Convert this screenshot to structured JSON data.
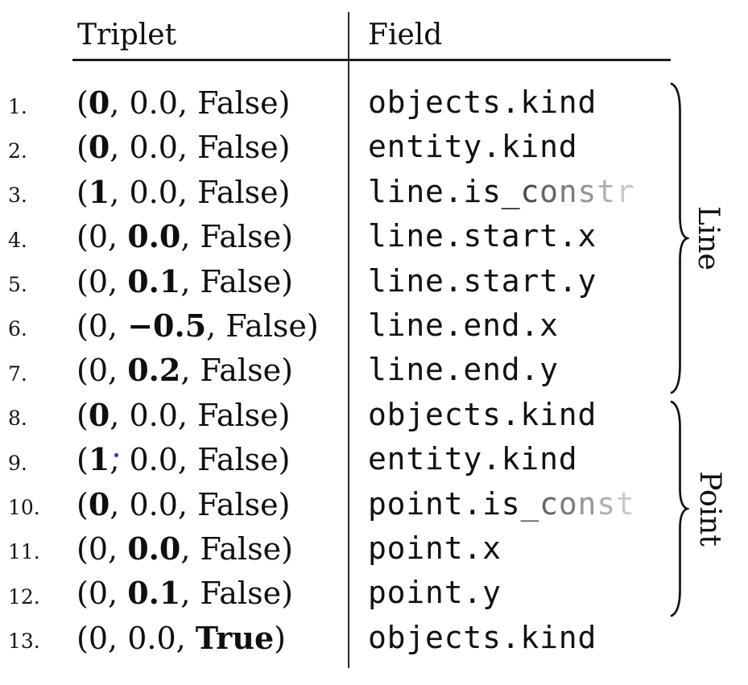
{
  "header": {
    "triplet": "Triplet",
    "field": "Field"
  },
  "punctuation": {
    "open": "(",
    "separator": ", ",
    "close": ")"
  },
  "groups": [
    {
      "label": "Line",
      "row_start": 1,
      "row_end": 7
    },
    {
      "label": "Point",
      "row_start": 8,
      "row_end": 12
    }
  ],
  "rows": [
    {
      "num": "1.",
      "t1": "0",
      "t2": "0.0",
      "t3": "False",
      "bold": 1,
      "field": "objects.kind",
      "fade": ""
    },
    {
      "num": "2.",
      "t1": "0",
      "t2": "0.0",
      "t3": "False",
      "bold": 1,
      "field": "entity.kind",
      "fade": ""
    },
    {
      "num": "3.",
      "t1": "1",
      "t2": "0.0",
      "t3": "False",
      "bold": 1,
      "field": "line.is_",
      "fade": "constr"
    },
    {
      "num": "4.",
      "t1": "0",
      "t2": "0.0",
      "t3": "False",
      "bold": 2,
      "field": "line.start.x",
      "fade": ""
    },
    {
      "num": "5.",
      "t1": "0",
      "t2": "0.1",
      "t3": "False",
      "bold": 2,
      "field": "line.start.y",
      "fade": ""
    },
    {
      "num": "6.",
      "t1": "0",
      "t2": "−0.5",
      "t3": "False",
      "bold": 2,
      "field": "line.end.x",
      "fade": ""
    },
    {
      "num": "7.",
      "t1": "0",
      "t2": "0.2",
      "t3": "False",
      "bold": 2,
      "field": "line.end.y",
      "fade": ""
    },
    {
      "num": "8.",
      "t1": "0",
      "t2": "0.0",
      "t3": "False",
      "bold": 1,
      "field": "objects.kind",
      "fade": ""
    },
    {
      "num": "9.",
      "t1": "1",
      "t2": "0.0",
      "t3": "False",
      "bold": 1,
      "field": "entity.kind",
      "fade": "",
      "dot": true
    },
    {
      "num": "10.",
      "t1": "0",
      "t2": "0.0",
      "t3": "False",
      "bold": 1,
      "field": "point.is",
      "fade": "_const"
    },
    {
      "num": "11.",
      "t1": "0",
      "t2": "0.0",
      "t3": "False",
      "bold": 2,
      "field": "point.x",
      "fade": ""
    },
    {
      "num": "12.",
      "t1": "0",
      "t2": "0.1",
      "t3": "False",
      "bold": 2,
      "field": "point.y",
      "fade": ""
    },
    {
      "num": "13.",
      "t1": "0",
      "t2": "0.0",
      "t3": "True",
      "bold": 3,
      "field": "objects.kind",
      "fade": ""
    }
  ],
  "colors": {
    "text": "#0f0f0f",
    "rule": "#1c1c1c",
    "fade_start": "#4b4b4b",
    "fade_end": "#c9c9c9",
    "artifact_dot": "#2433df"
  }
}
